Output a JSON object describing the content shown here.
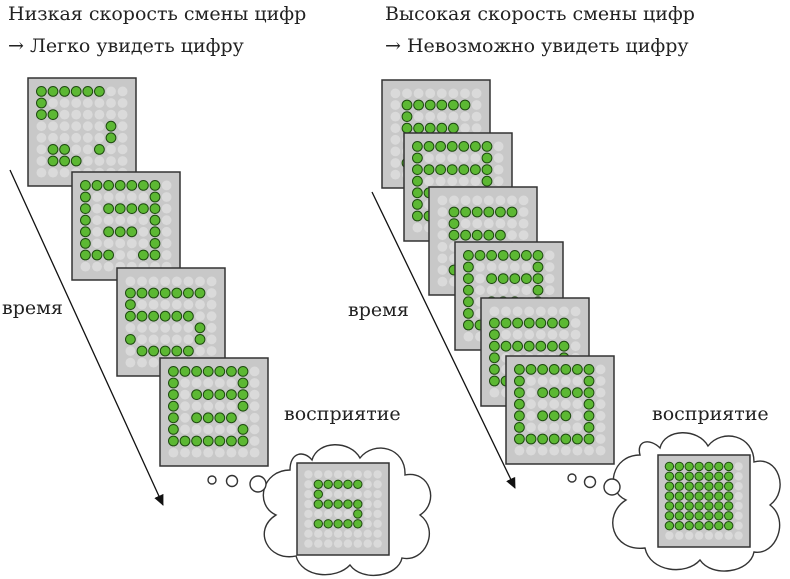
{
  "left": {
    "title": "Низкая скорость смены цифр",
    "subtitle": "→ Легко увидеть цифру",
    "time_label": "время",
    "percept_label": "восприятие",
    "panels": [
      [
        "1111110",
        "1000000",
        "1100000",
        "0000001",
        "0000001",
        "0110010",
        "0111000"
      ],
      [
        "1111111",
        "1000001",
        "1011111",
        "1000001",
        "1011101",
        "1000001",
        "1110011"
      ],
      [
        "0000000",
        "1111111",
        "1000000",
        "1111110",
        "0000001",
        "1000001",
        "0111110"
      ],
      [
        "1111111",
        "1000001",
        "1011111",
        "1000001",
        "1011110",
        "1000001",
        "1111111"
      ]
    ],
    "percept": [
      "0000000",
      "0111110",
      "0100000",
      "0111110",
      "0000010",
      "0111110",
      "0000000"
    ]
  },
  "right": {
    "title": "Высокая скорость смены цифр",
    "subtitle": "→ Невозможно увидеть цифру",
    "time_label": "время",
    "percept_label": "восприятие",
    "panels": [
      [
        "0000000",
        "0111111",
        "0100000",
        "0111110",
        "0000001",
        "0000001",
        "0111110"
      ],
      [
        "1111111",
        "1000001",
        "1111111",
        "1000001",
        "1111111",
        "1000001",
        "1111111"
      ],
      [
        "0000000",
        "0111111",
        "0100000",
        "0111110",
        "0000001",
        "0000001",
        "0111110"
      ],
      [
        "1111111",
        "1000001",
        "1011111",
        "1000001",
        "1011101",
        "1000001",
        "1111111"
      ],
      [
        "0000000",
        "1111111",
        "1000000",
        "1111111",
        "1000001",
        "1000001",
        "1111111"
      ],
      [
        "1111111",
        "1000001",
        "1011111",
        "1000001",
        "1011101",
        "1000001",
        "1111111"
      ]
    ],
    "percept": [
      "1111111",
      "1111111",
      "1111111",
      "1111111",
      "1111111",
      "1111111",
      "1111111"
    ]
  },
  "colors": {
    "panel_bg": "#c8c8c8",
    "dot_off": "#dadada",
    "dot_on": "#5cb833",
    "dot_on_stroke": "#1e4a10",
    "frame": "#333333"
  }
}
